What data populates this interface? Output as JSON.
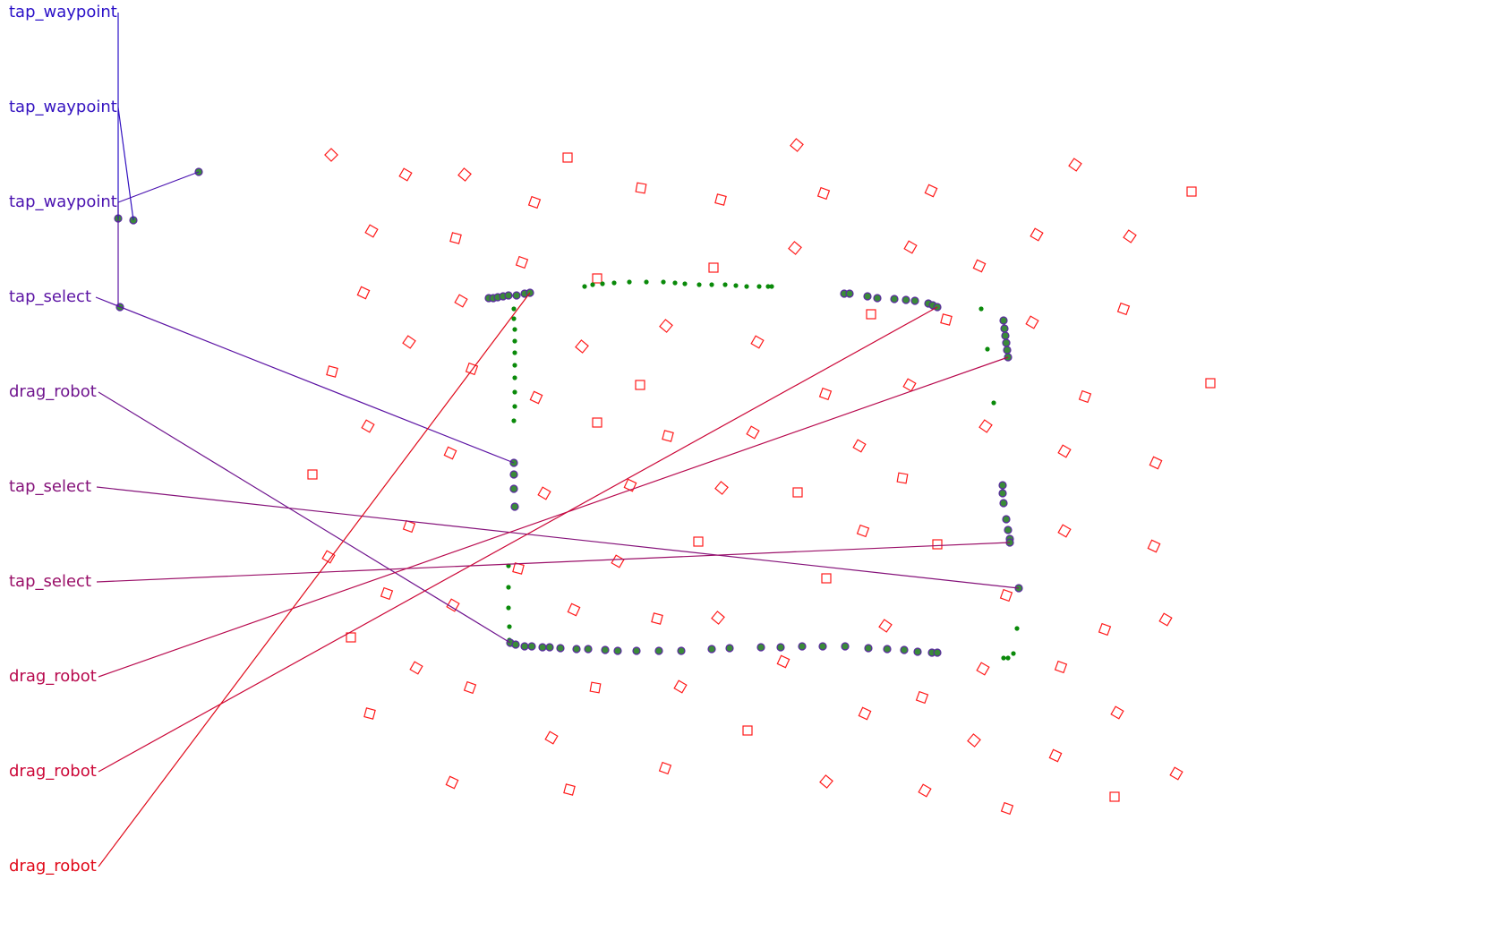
{
  "events": [
    {
      "label": "tap_waypoint",
      "color": "#2a10c8",
      "kind": "tap"
    },
    {
      "label": "tap_waypoint",
      "color": "#3312c0",
      "kind": "tap"
    },
    {
      "label": "tap_waypoint",
      "color": "#4a12b0",
      "kind": "tap"
    },
    {
      "label": "tap_select",
      "color": "#5c14a4",
      "kind": "tap"
    },
    {
      "label": "drag_robot",
      "color": "#6f148e",
      "kind": "drag"
    },
    {
      "label": "tap_select",
      "color": "#85127a",
      "kind": "tap"
    },
    {
      "label": "tap_select",
      "color": "#9a0f68",
      "kind": "tap"
    },
    {
      "label": "drag_robot",
      "color": "#b80a4e",
      "kind": "drag"
    },
    {
      "label": "drag_robot",
      "color": "#cc0838",
      "kind": "drag"
    },
    {
      "label": "drag_robot",
      "color": "#e00a1a",
      "kind": "drag"
    }
  ],
  "markers": {
    "waypoint_color": "#ff1a1a",
    "path_color": "#0a8a0a",
    "touch_ring_color": "#5a2aa0"
  }
}
